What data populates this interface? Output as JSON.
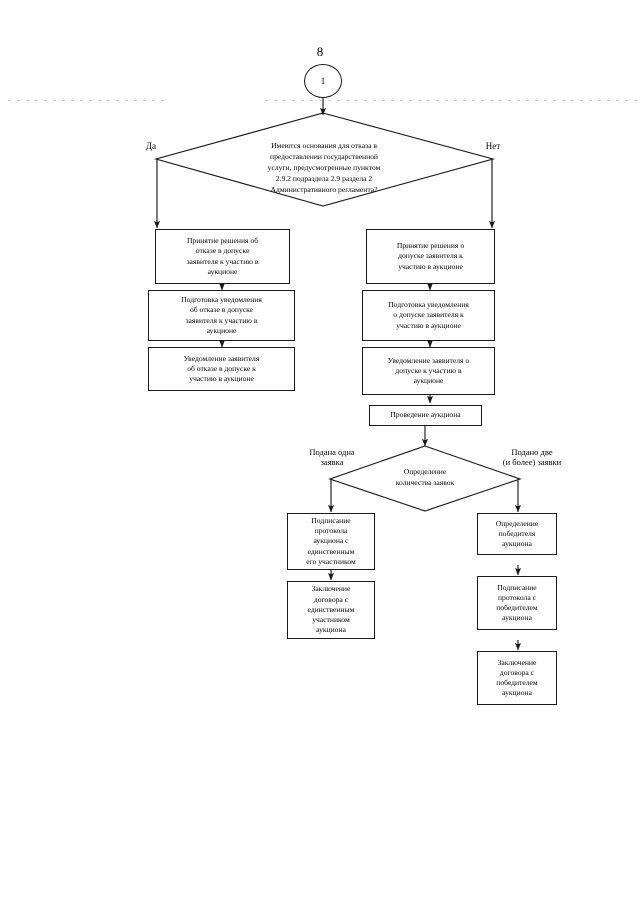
{
  "document": {
    "page_number": "8",
    "language": "ru"
  },
  "start": {
    "label": "1"
  },
  "decision_top": {
    "text": "Имеются основания для отказа в\nпредоставлении государственной\nуслуги, предусмотренные пунктом\n2.9.2 подраздела 2.9 раздела 2\nАдминистративного регламента?",
    "branch_yes": "Да",
    "branch_no": "Нет"
  },
  "left_branch": {
    "nodes": [
      {
        "id": "decision-refusal",
        "text": "Принятие решения об\nотказе в допуске\nзаявителя к участию в\nаукционе"
      },
      {
        "id": "notice-prep-refusal",
        "text": "Подготовка уведомления\nоб отказе в допуске\nзаявителя к участию в\nаукционе"
      },
      {
        "id": "notice-refusal",
        "text": "Уведомление заявителя\nоб отказе в допуске к\nучастию в аукционе"
      }
    ]
  },
  "right_branch": {
    "nodes": [
      {
        "id": "decision-admission",
        "text": "Принятие решения о\nдопуске заявителя к\nучастию в аукционе"
      },
      {
        "id": "notice-prep-admission",
        "text": "Подготовка уведомления\nо допуске заявителя к\nучастию в аукционе"
      },
      {
        "id": "notice-admission",
        "text": "Уведомление заявителя о\nдопуске к участию в\nаукционе"
      },
      {
        "id": "auction-holding",
        "text": "Проведение аукциона"
      }
    ]
  },
  "decision_bottom": {
    "text": "Определение\nколичества заявок",
    "branch_left": "Подана одна\nзаявка",
    "branch_right": "Подано две\n(и более) заявки"
  },
  "bottom_left_branch": {
    "nodes": [
      {
        "id": "sign-protocol-single",
        "text": "Подписание\nпротокола\nаукциона с\nединственным\nего участником"
      },
      {
        "id": "contract-single",
        "text": "Заключение\nдоговора с\nединственным\nучастником\nаукциона"
      }
    ]
  },
  "bottom_right_branch": {
    "nodes": [
      {
        "id": "determine-winner",
        "text": "Определение\nпобедителя\nаукциона"
      },
      {
        "id": "sign-protocol-winner",
        "text": "Подписание\nпротокола с\nпобедителем\nаукциона"
      },
      {
        "id": "contract-winner",
        "text": "Заключение\nдоговора с\nпобедителем\nаукциона"
      }
    ]
  },
  "colors": {
    "ink": "#1a1a1a",
    "paper": "#ffffff"
  }
}
